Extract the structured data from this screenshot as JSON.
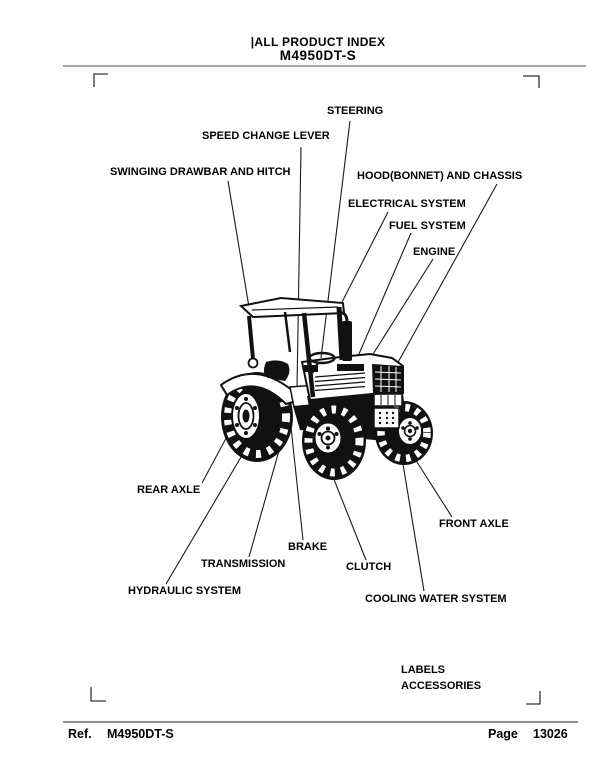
{
  "header": {
    "index_title": "|ALL PRODUCT INDEX",
    "model": "M4950DT-S"
  },
  "diagram": {
    "callouts": {
      "steering": "STEERING",
      "speed_change_lever": "SPEED CHANGE LEVER",
      "swinging_drawbar_and_hitch": "SWINGING DRAWBAR AND HITCH",
      "hood_bonnet_and_chassis": "HOOD(BONNET) AND CHASSIS",
      "electrical_system": "ELECTRICAL SYSTEM",
      "fuel_system": "FUEL SYSTEM",
      "engine": "ENGINE",
      "rear_axle": "REAR AXLE",
      "front_axle": "FRONT AXLE",
      "brake": "BRAKE",
      "transmission": "TRANSMISSION",
      "clutch": "CLUTCH",
      "hydraulic_system": "HYDRAULIC SYSTEM",
      "cooling_water_system": "COOLING WATER SYSTEM",
      "labels": "LABELS",
      "accessories": "ACCESSORIES"
    }
  },
  "footer": {
    "ref_label": "Ref.",
    "ref_value": "M4950DT-S",
    "page_label": "Page",
    "page_value": "13026"
  },
  "colors": {
    "text": "#000000",
    "background": "#ffffff",
    "line_art": "#111111",
    "rule": "#808080"
  }
}
